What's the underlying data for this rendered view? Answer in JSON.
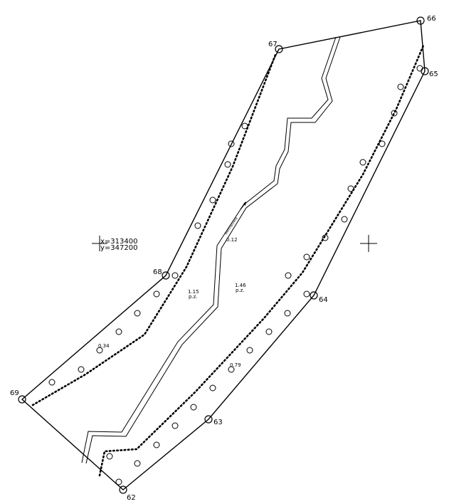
{
  "map": {
    "vertices": [
      {
        "id": "62",
        "label": "62"
      },
      {
        "id": "63",
        "label": "63"
      },
      {
        "id": "64",
        "label": "64"
      },
      {
        "id": "65",
        "label": "65"
      },
      {
        "id": "66",
        "label": "66"
      },
      {
        "id": "67",
        "label": "67"
      },
      {
        "id": "68",
        "label": "68"
      },
      {
        "id": "69",
        "label": "69"
      }
    ],
    "coordinate_cross": {
      "x_text": "x=313400",
      "y_text": "y=347200"
    },
    "annotations": {
      "a1": {
        "value": "1.15",
        "unit": "p.z."
      },
      "a2": {
        "value": "1.46",
        "unit": "p.z."
      },
      "a3": "0.12",
      "a4": "0.34",
      "a5": "0.79"
    },
    "stream_label": "Marchaiuvka"
  }
}
